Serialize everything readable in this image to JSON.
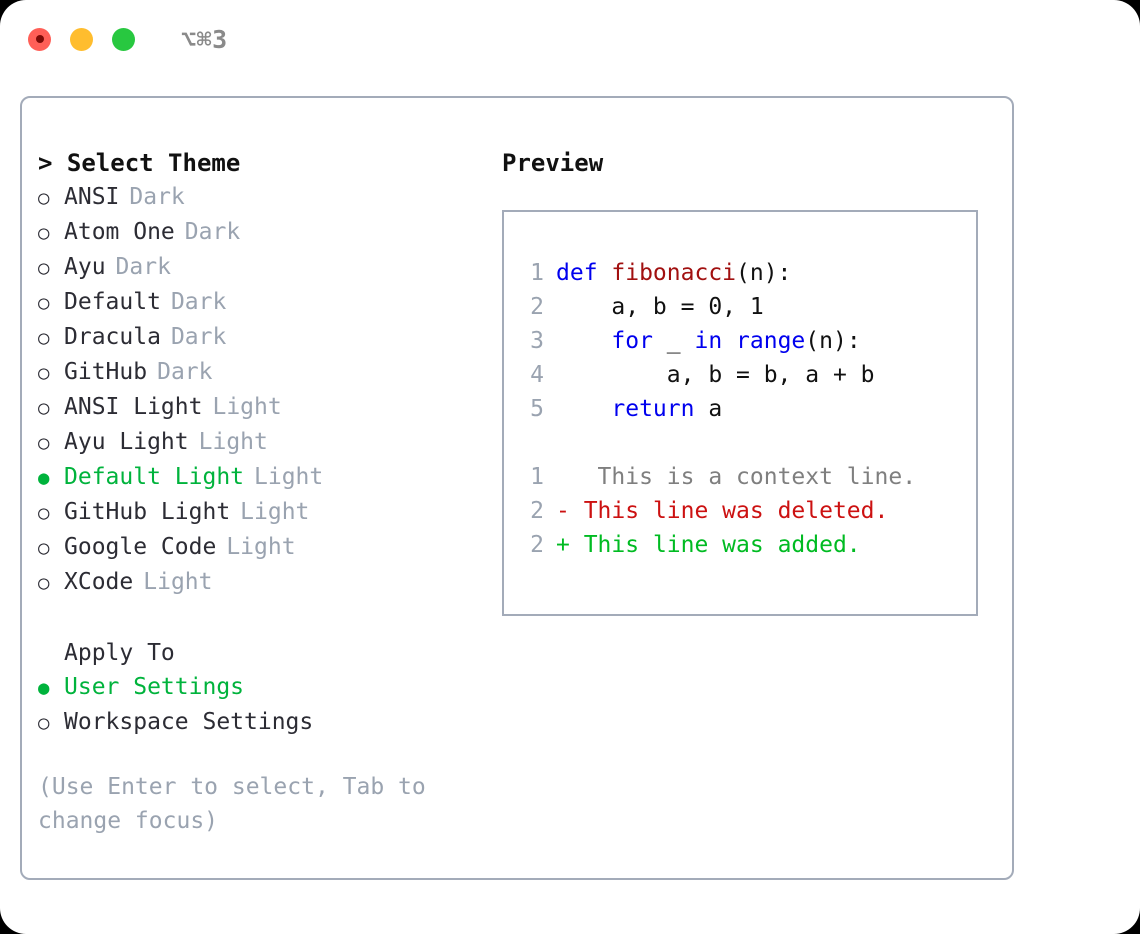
{
  "window": {
    "shortcut": "⌥⌘3",
    "traffic_lights": [
      "close-red",
      "minimize-yellow",
      "maximize-green"
    ]
  },
  "theme_picker": {
    "caret": ">",
    "header": "Select Theme",
    "marker_selected": "●",
    "marker_unselected": "○",
    "items": [
      {
        "name": "ANSI",
        "variant": "Dark",
        "selected": false
      },
      {
        "name": "Atom One",
        "variant": "Dark",
        "selected": false
      },
      {
        "name": "Ayu",
        "variant": "Dark",
        "selected": false
      },
      {
        "name": "Default",
        "variant": "Dark",
        "selected": false
      },
      {
        "name": "Dracula",
        "variant": "Dark",
        "selected": false
      },
      {
        "name": "GitHub",
        "variant": "Dark",
        "selected": false
      },
      {
        "name": "ANSI Light",
        "variant": "Light",
        "selected": false
      },
      {
        "name": "Ayu Light",
        "variant": "Light",
        "selected": false
      },
      {
        "name": "Default Light",
        "variant": "Light",
        "selected": true
      },
      {
        "name": "GitHub Light",
        "variant": "Light",
        "selected": false
      },
      {
        "name": "Google Code",
        "variant": "Light",
        "selected": false
      },
      {
        "name": "XCode",
        "variant": "Light",
        "selected": false
      }
    ]
  },
  "apply_to": {
    "label": "Apply To",
    "items": [
      {
        "name": "User Settings",
        "selected": true
      },
      {
        "name": "Workspace Settings",
        "selected": false
      }
    ]
  },
  "hint": "(Use Enter to select, Tab to change focus)",
  "preview": {
    "title": "Preview",
    "code_lines": [
      {
        "no": "1",
        "tokens": [
          {
            "t": "def ",
            "c": "kw"
          },
          {
            "t": "fibonacci",
            "c": "fn"
          },
          {
            "t": "(n):",
            "c": "plain"
          }
        ]
      },
      {
        "no": "2",
        "tokens": [
          {
            "t": "    a, b = 0, 1",
            "c": "plain"
          }
        ]
      },
      {
        "no": "3",
        "tokens": [
          {
            "t": "    ",
            "c": "plain"
          },
          {
            "t": "for",
            "c": "kw"
          },
          {
            "t": " _ ",
            "c": "plain"
          },
          {
            "t": "in",
            "c": "kw"
          },
          {
            "t": " ",
            "c": "plain"
          },
          {
            "t": "range",
            "c": "kw"
          },
          {
            "t": "(n):",
            "c": "plain"
          }
        ]
      },
      {
        "no": "4",
        "tokens": [
          {
            "t": "        a, b = b, a + b",
            "c": "plain"
          }
        ]
      },
      {
        "no": "5",
        "tokens": [
          {
            "t": "    ",
            "c": "plain"
          },
          {
            "t": "return",
            "c": "kw"
          },
          {
            "t": " a",
            "c": "plain"
          }
        ]
      }
    ],
    "diff_lines": [
      {
        "no": "1",
        "marker": " ",
        "text": "  This is a context line.",
        "kind": "ctx"
      },
      {
        "no": "2",
        "marker": "-",
        "text": " This line was deleted.",
        "kind": "del"
      },
      {
        "no": "2",
        "marker": "+",
        "text": " This line was added.",
        "kind": "add"
      }
    ]
  },
  "colors": {
    "accent_green": "#00b33c",
    "border": "#a3abb9",
    "muted": "#9aa3b0",
    "keyword_blue": "#0000ee",
    "function_red": "#a11010",
    "diff_delete": "#cc1111",
    "diff_add": "#00bb22",
    "diff_context": "#7f7f7f"
  }
}
